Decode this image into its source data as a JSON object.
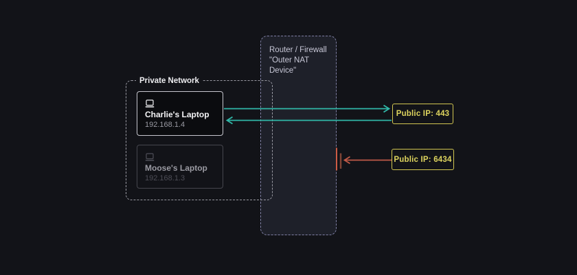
{
  "diagram": {
    "private_network": {
      "label": "Private Network",
      "devices": [
        {
          "name": "Charlie's Laptop",
          "ip": "192.168.1.4",
          "icon": "laptop-icon",
          "state": "active"
        },
        {
          "name": "Moose's Laptop",
          "ip": "192.168.1.3",
          "icon": "laptop-icon",
          "state": "inactive"
        }
      ]
    },
    "router": {
      "title": "Router / Firewall",
      "subtitle": "\"Outer NAT Device\""
    },
    "public_endpoints": [
      {
        "label": "Public IP: 443"
      },
      {
        "label": "Public IP: 6434"
      }
    ],
    "connections": [
      {
        "from": "Charlie's Laptop",
        "to": "Public IP: 443",
        "direction": "outbound",
        "status": "allowed",
        "color": "teal"
      },
      {
        "from": "Public IP: 443",
        "to": "Charlie's Laptop",
        "direction": "inbound",
        "status": "allowed",
        "color": "teal"
      },
      {
        "from": "Public IP: 6434",
        "to": "Private Network",
        "direction": "inbound",
        "status": "blocked",
        "color": "red"
      }
    ]
  },
  "colors": {
    "bg": "#121318",
    "router-fill": "#1e2029",
    "router-border": "#8181a6",
    "router-text": "#c7c7d6",
    "private-border": "#9b9ba4",
    "private-label": "#ededf0",
    "device-active-border": "#c7c7cf",
    "device-active-bg": "#0b0c0f",
    "device-active-text": "#f4f4f6",
    "device-active-ip": "#9a9aa3",
    "device-inactive-border": "#46464e",
    "device-inactive-text": "#9a9aa2",
    "device-inactive-ip": "#4e4e57",
    "teal": "#31b9a9",
    "red": "#c05a48",
    "red-bar": "#cd5c45",
    "red-bar-dim": "#7e4435",
    "yellow-border": "#d3c751",
    "yellow-text": "#ded45e"
  }
}
